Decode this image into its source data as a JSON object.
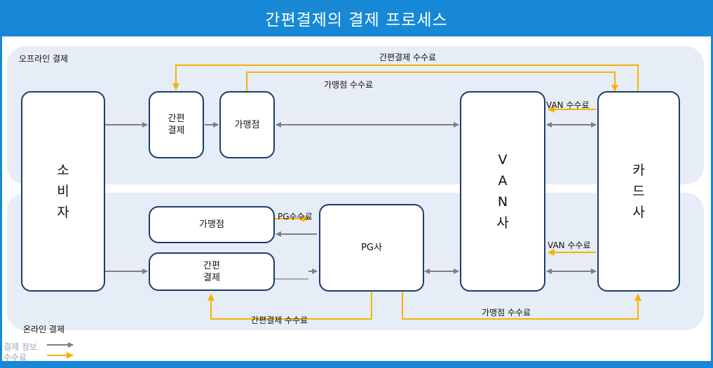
{
  "title": "간편결제의 결제 프로세스",
  "regions": {
    "offline": "오프라인 결제",
    "online": "온라인 결제"
  },
  "nodes": {
    "consumer": [
      "소",
      "비",
      "자"
    ],
    "offline_easypay": [
      "간편",
      "결제"
    ],
    "offline_merchant": "가맹점",
    "van": [
      "V",
      "A",
      "N",
      "사"
    ],
    "card": [
      "카",
      "드",
      "사"
    ],
    "online_merchant": "가맹점",
    "online_easypay": [
      "간편",
      "결제"
    ],
    "pg": "PG사"
  },
  "labels": {
    "top_easypay_fee": "간편결제 수수료",
    "top_merchant_fee": "가맹점 수수료",
    "van_fee_top": "VAN 수수료",
    "pg_fee": "PG수수료",
    "van_fee_bottom": "VAN 수수료",
    "bottom_easypay_fee": "간편결제 수수료",
    "bottom_merchant_fee": "가맹점 수수료"
  },
  "legend": {
    "info": "결제 정보",
    "fee": "수수료"
  },
  "colors": {
    "header": "#1788d6",
    "info_arrow": "#7f7f7f",
    "fee_arrow": "#f5b300",
    "node_border": "#1f3a6e",
    "region_bg": "#e6edf6"
  }
}
